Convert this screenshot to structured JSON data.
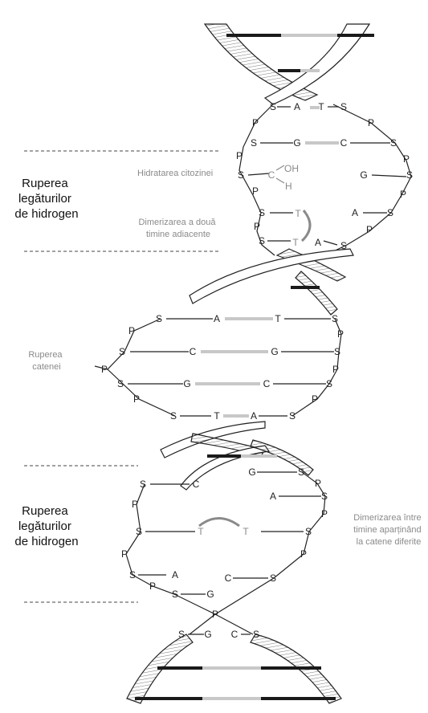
{
  "labels": {
    "hbond_break_top": [
      "Ruperea",
      "legăturilor",
      "de hidrogen"
    ],
    "hbond_break_bottom": [
      "Ruperea",
      "legăturilor",
      "de hidrogen"
    ],
    "cytosine_hydration": "Hidratarea citozinei",
    "adjacent_thymine_dimer": [
      "Dimerizarea a două",
      "timine adiacente"
    ],
    "strand_break": [
      "Ruperea",
      "catenei"
    ],
    "interstrand_thymine_dimer": [
      "Dimerizarea între",
      "timine aparținând",
      "la catene diferite"
    ]
  },
  "chemistry": {
    "hydroxyl": "OH",
    "hydrogen": "H"
  },
  "nodes": {
    "sugar": "S",
    "phosphate": "P",
    "adenine": "A",
    "thymine": "T",
    "guanine": "G",
    "cytosine": "C"
  },
  "colors": {
    "ink": "#222222",
    "lesion": "#8a8a8a",
    "bond_light": "#c8c8c8",
    "bond_dark": "#1a1a1a"
  }
}
